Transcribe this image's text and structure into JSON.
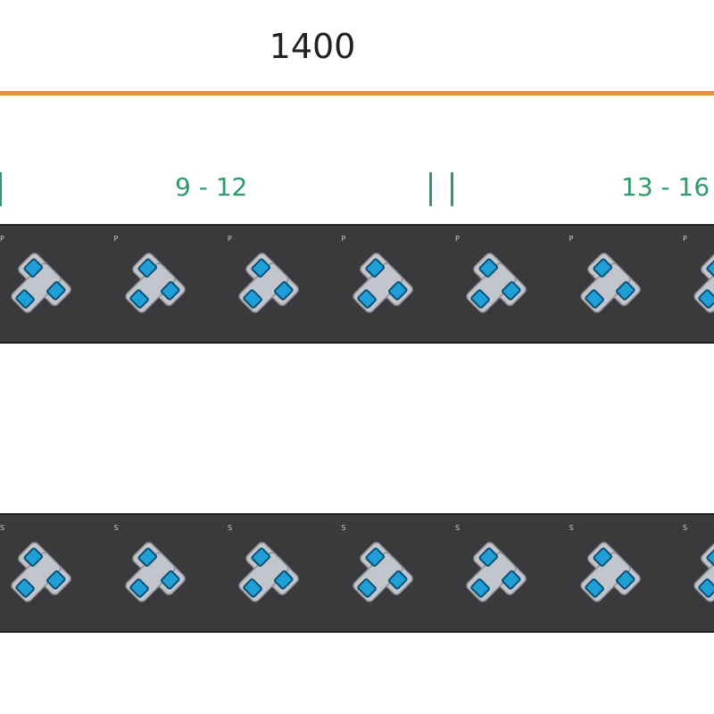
{
  "dimension": {
    "label": "1400"
  },
  "groups": [
    {
      "label": "9 - 12"
    },
    {
      "label": "13 - 16"
    }
  ],
  "strips": [
    {
      "socket_count": 7,
      "mark": "P"
    },
    {
      "socket_count": 7,
      "mark": "S"
    }
  ],
  "colors": {
    "dimension_line": "#e8922e",
    "group_label": "#2e9a6a",
    "strip": "#3a3a3c",
    "socket_body": "#c2c6cc",
    "pin": "#1e9fd6"
  },
  "icons": {
    "socket": "uk-t-socket-icon"
  }
}
